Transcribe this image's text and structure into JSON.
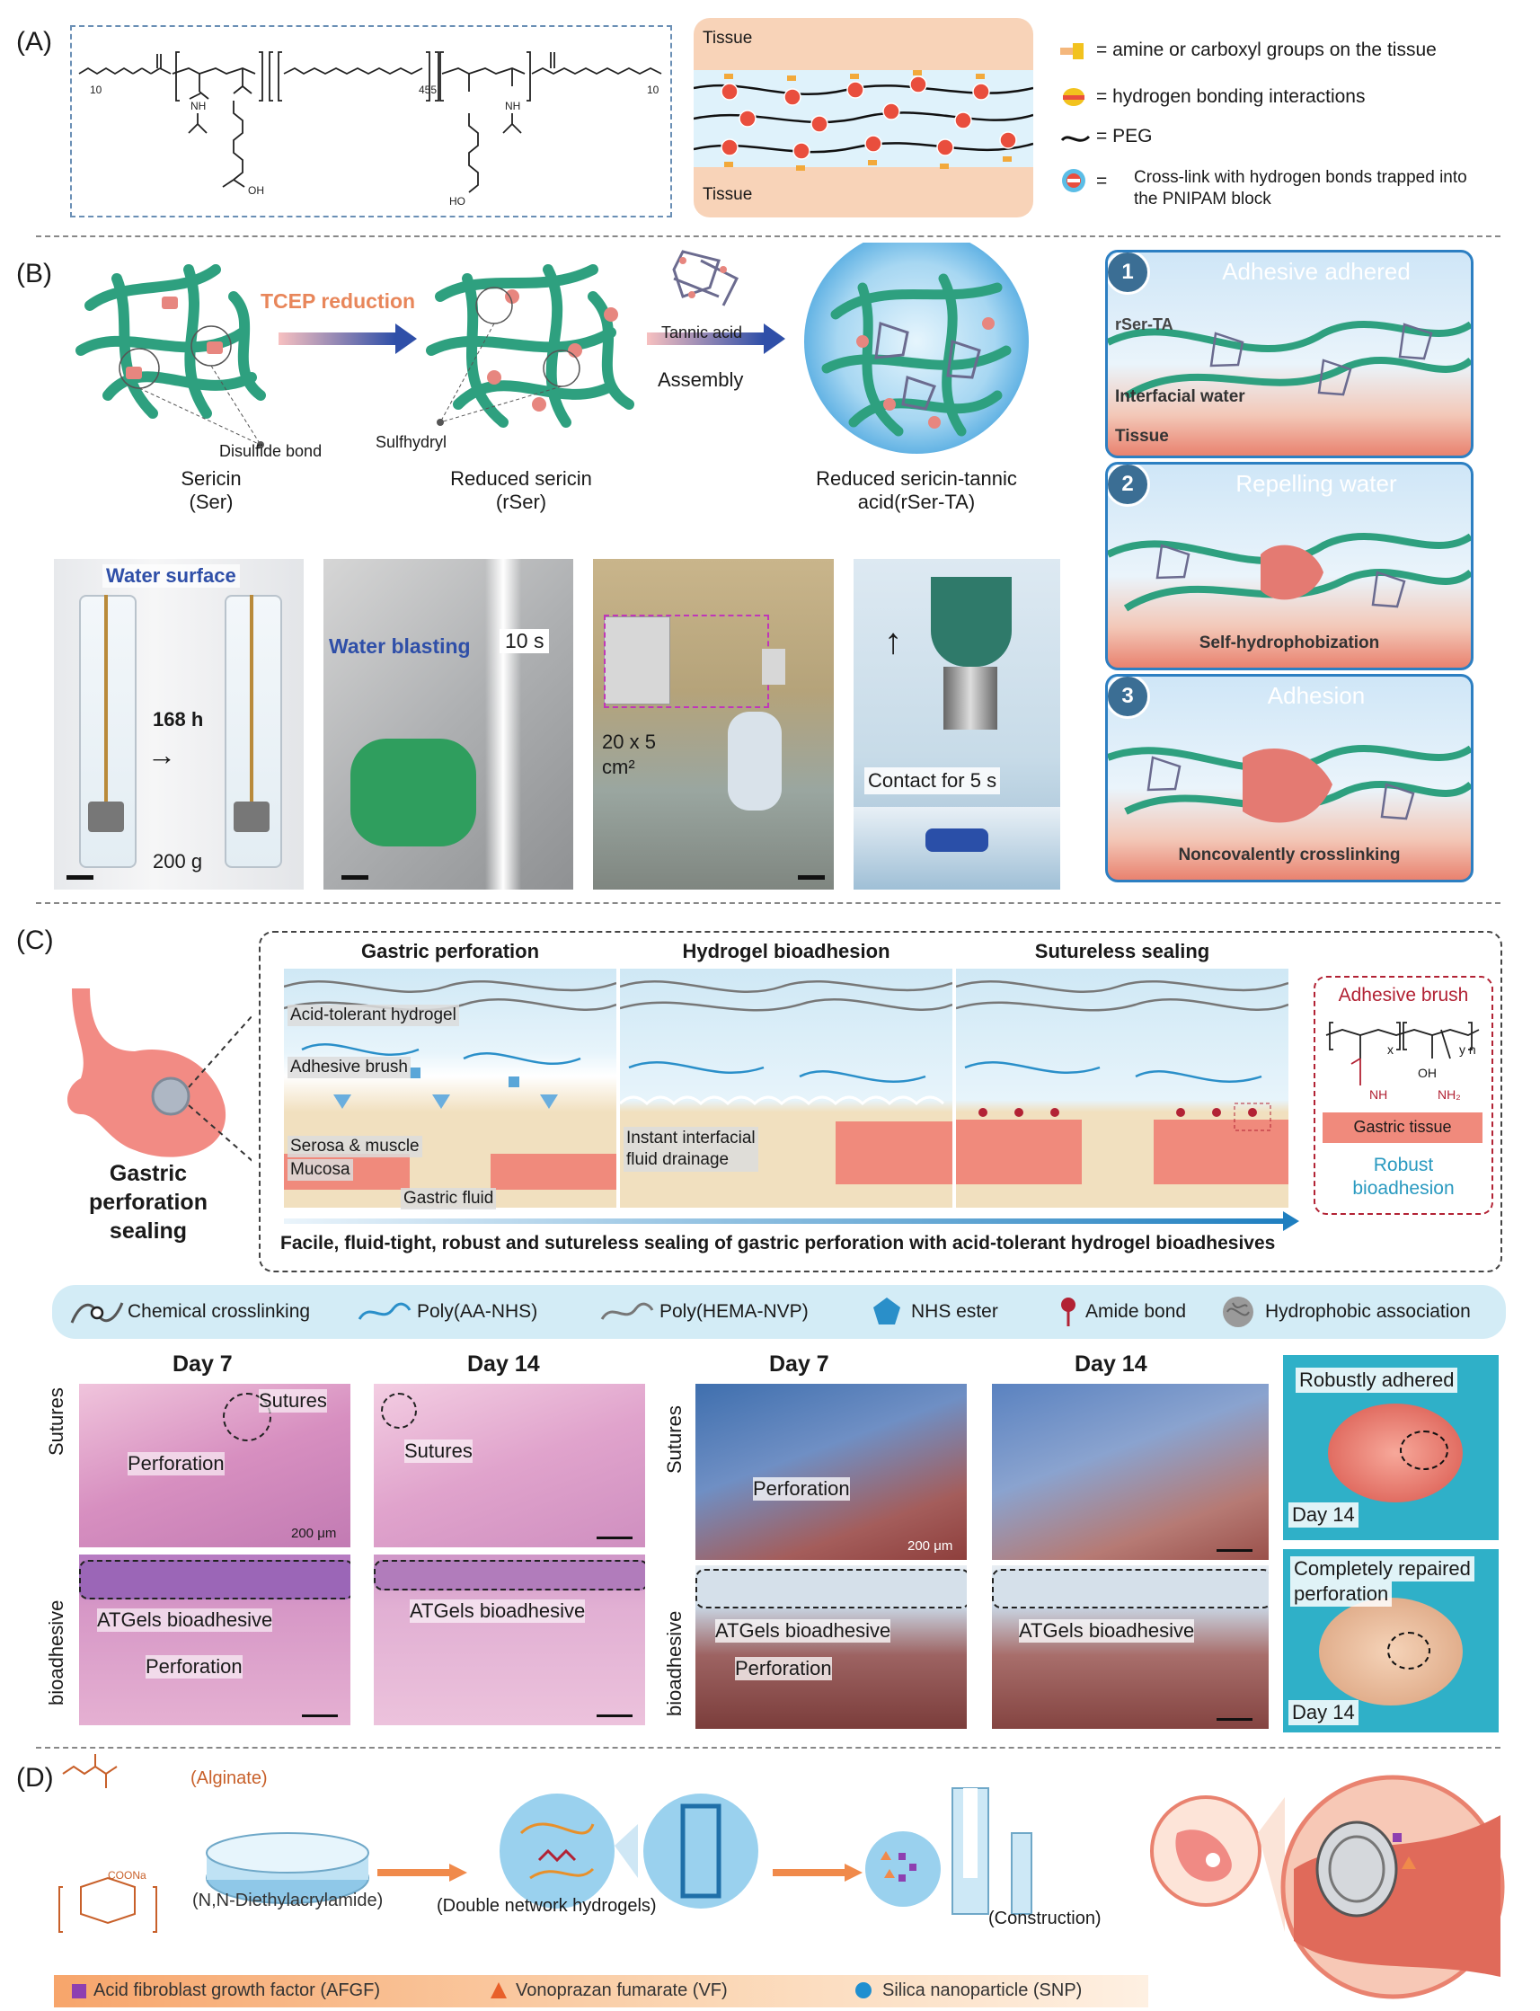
{
  "panel_a": {
    "label": "(A)",
    "chem": {
      "n10_left": "10",
      "n455": "455",
      "n10_right": "10",
      "nh": "NH",
      "ho": "HO",
      "oh": "OH"
    },
    "tissue_top": "Tissue",
    "tissue_bottom": "Tissue",
    "legend": [
      {
        "symbol": "=",
        "text": "amine or carboxyl groups on the tissue"
      },
      {
        "symbol": "=",
        "text": "hydrogen bonding interactions"
      },
      {
        "symbol": "=",
        "text": "PEG"
      },
      {
        "symbol": "=",
        "text": "Cross-link with hydrogen bonds trapped into the PNIPAM block"
      }
    ]
  },
  "panel_b": {
    "label": "(B)",
    "tcep": "TCEP reduction",
    "disulfide": "Disulfide bond",
    "sulfhydryl": "Sulfhydryl",
    "tannic": "Tannic acid",
    "assembly": "Assembly",
    "sericin": "Sericin",
    "sericin_abbr": "(Ser)",
    "reduced": "Reduced sericin",
    "reduced_abbr": "(rSer)",
    "complex": "Reduced sericin-tannic",
    "complex_abbr": "acid(rSer-TA)",
    "steps": [
      {
        "num": "1",
        "title": "Adhesive adhered",
        "labels": [
          "rSer-TA",
          "Interfacial water",
          "Tissue"
        ]
      },
      {
        "num": "2",
        "title": "Repelling water",
        "labels": [
          "Self-hydrophobization"
        ]
      },
      {
        "num": "3",
        "title": "Adhesion",
        "labels": [
          "Noncovalently crosslinking"
        ]
      }
    ],
    "photos": {
      "water_surface": "Water surface",
      "hours": "168 h",
      "weight": "200 g",
      "water_blasting": "Water blasting",
      "seconds": "10 s",
      "area_line1": "20 x 5",
      "area_line2": "cm²",
      "contact": "Contact for 5 s"
    }
  },
  "panel_c": {
    "label": "(C)",
    "stomach_line1": "Gastric",
    "stomach_line2": "perforation",
    "stomach_line3": "sealing",
    "stage_titles": [
      "Gastric perforation",
      "Hydrogel bioadhesion",
      "Sutureless sealing"
    ],
    "labels": {
      "acid_tolerant": "Acid-tolerant hydrogel",
      "brush": "Adhesive brush",
      "serosa": "Serosa & muscle",
      "mucosa": "Mucosa",
      "fluid": "Gastric fluid",
      "instant_1": "Instant interfacial",
      "instant_2": "fluid drainage"
    },
    "adhesive_brush": {
      "title": "Adhesive brush",
      "x": "x",
      "yn": "y n",
      "nh": "NH",
      "oh": "OH",
      "nh2": "NH₂",
      "tissue": "Gastric tissue",
      "robust_1": "Robust",
      "robust_2": "bioadhesion"
    },
    "caption": "Facile,  fluid-tight, robust and sutureless sealing of gastric perforation with acid-tolerant hydrogel bioadhesives",
    "legend": [
      "Chemical crosslinking",
      "Poly(AA-NHS)",
      "Poly(HEMA-NVP)",
      "NHS ester",
      "Amide bond",
      "Hydrophobic association"
    ],
    "histology": {
      "day7": "Day 7",
      "day14": "Day 14",
      "row_sutures": "Sutures",
      "row_bio": "bioadhesive",
      "sutures": "Sutures",
      "perforation": "Perforation",
      "atgels": "ATGels bioadhesive",
      "scale": "200 μm"
    },
    "photos": {
      "robust": "Robustly adhered",
      "repaired_1": "Completely repaired",
      "repaired_2": "perforation",
      "day14": "Day 14"
    }
  },
  "panel_d": {
    "label": "(D)",
    "alginate": "(Alginate)",
    "diethyl": "(N,N-Diethylacrylamide)",
    "coona": "COONa",
    "dn": "(Double network hydrogels)",
    "construction": "(Construction)",
    "legend": [
      "Acid fibroblast growth factor (AFGF)",
      "Vonoprazan fumarate (VF)",
      "Silica nanoparticle (SNP)"
    ]
  },
  "colors": {
    "tcep": "#e8865a",
    "step_border": "#2c7fc2",
    "brush_title": "#b22234",
    "robust": "#2a9ac0",
    "legend_band": "#d3ecf6",
    "d_legend": "#f7a56b"
  }
}
